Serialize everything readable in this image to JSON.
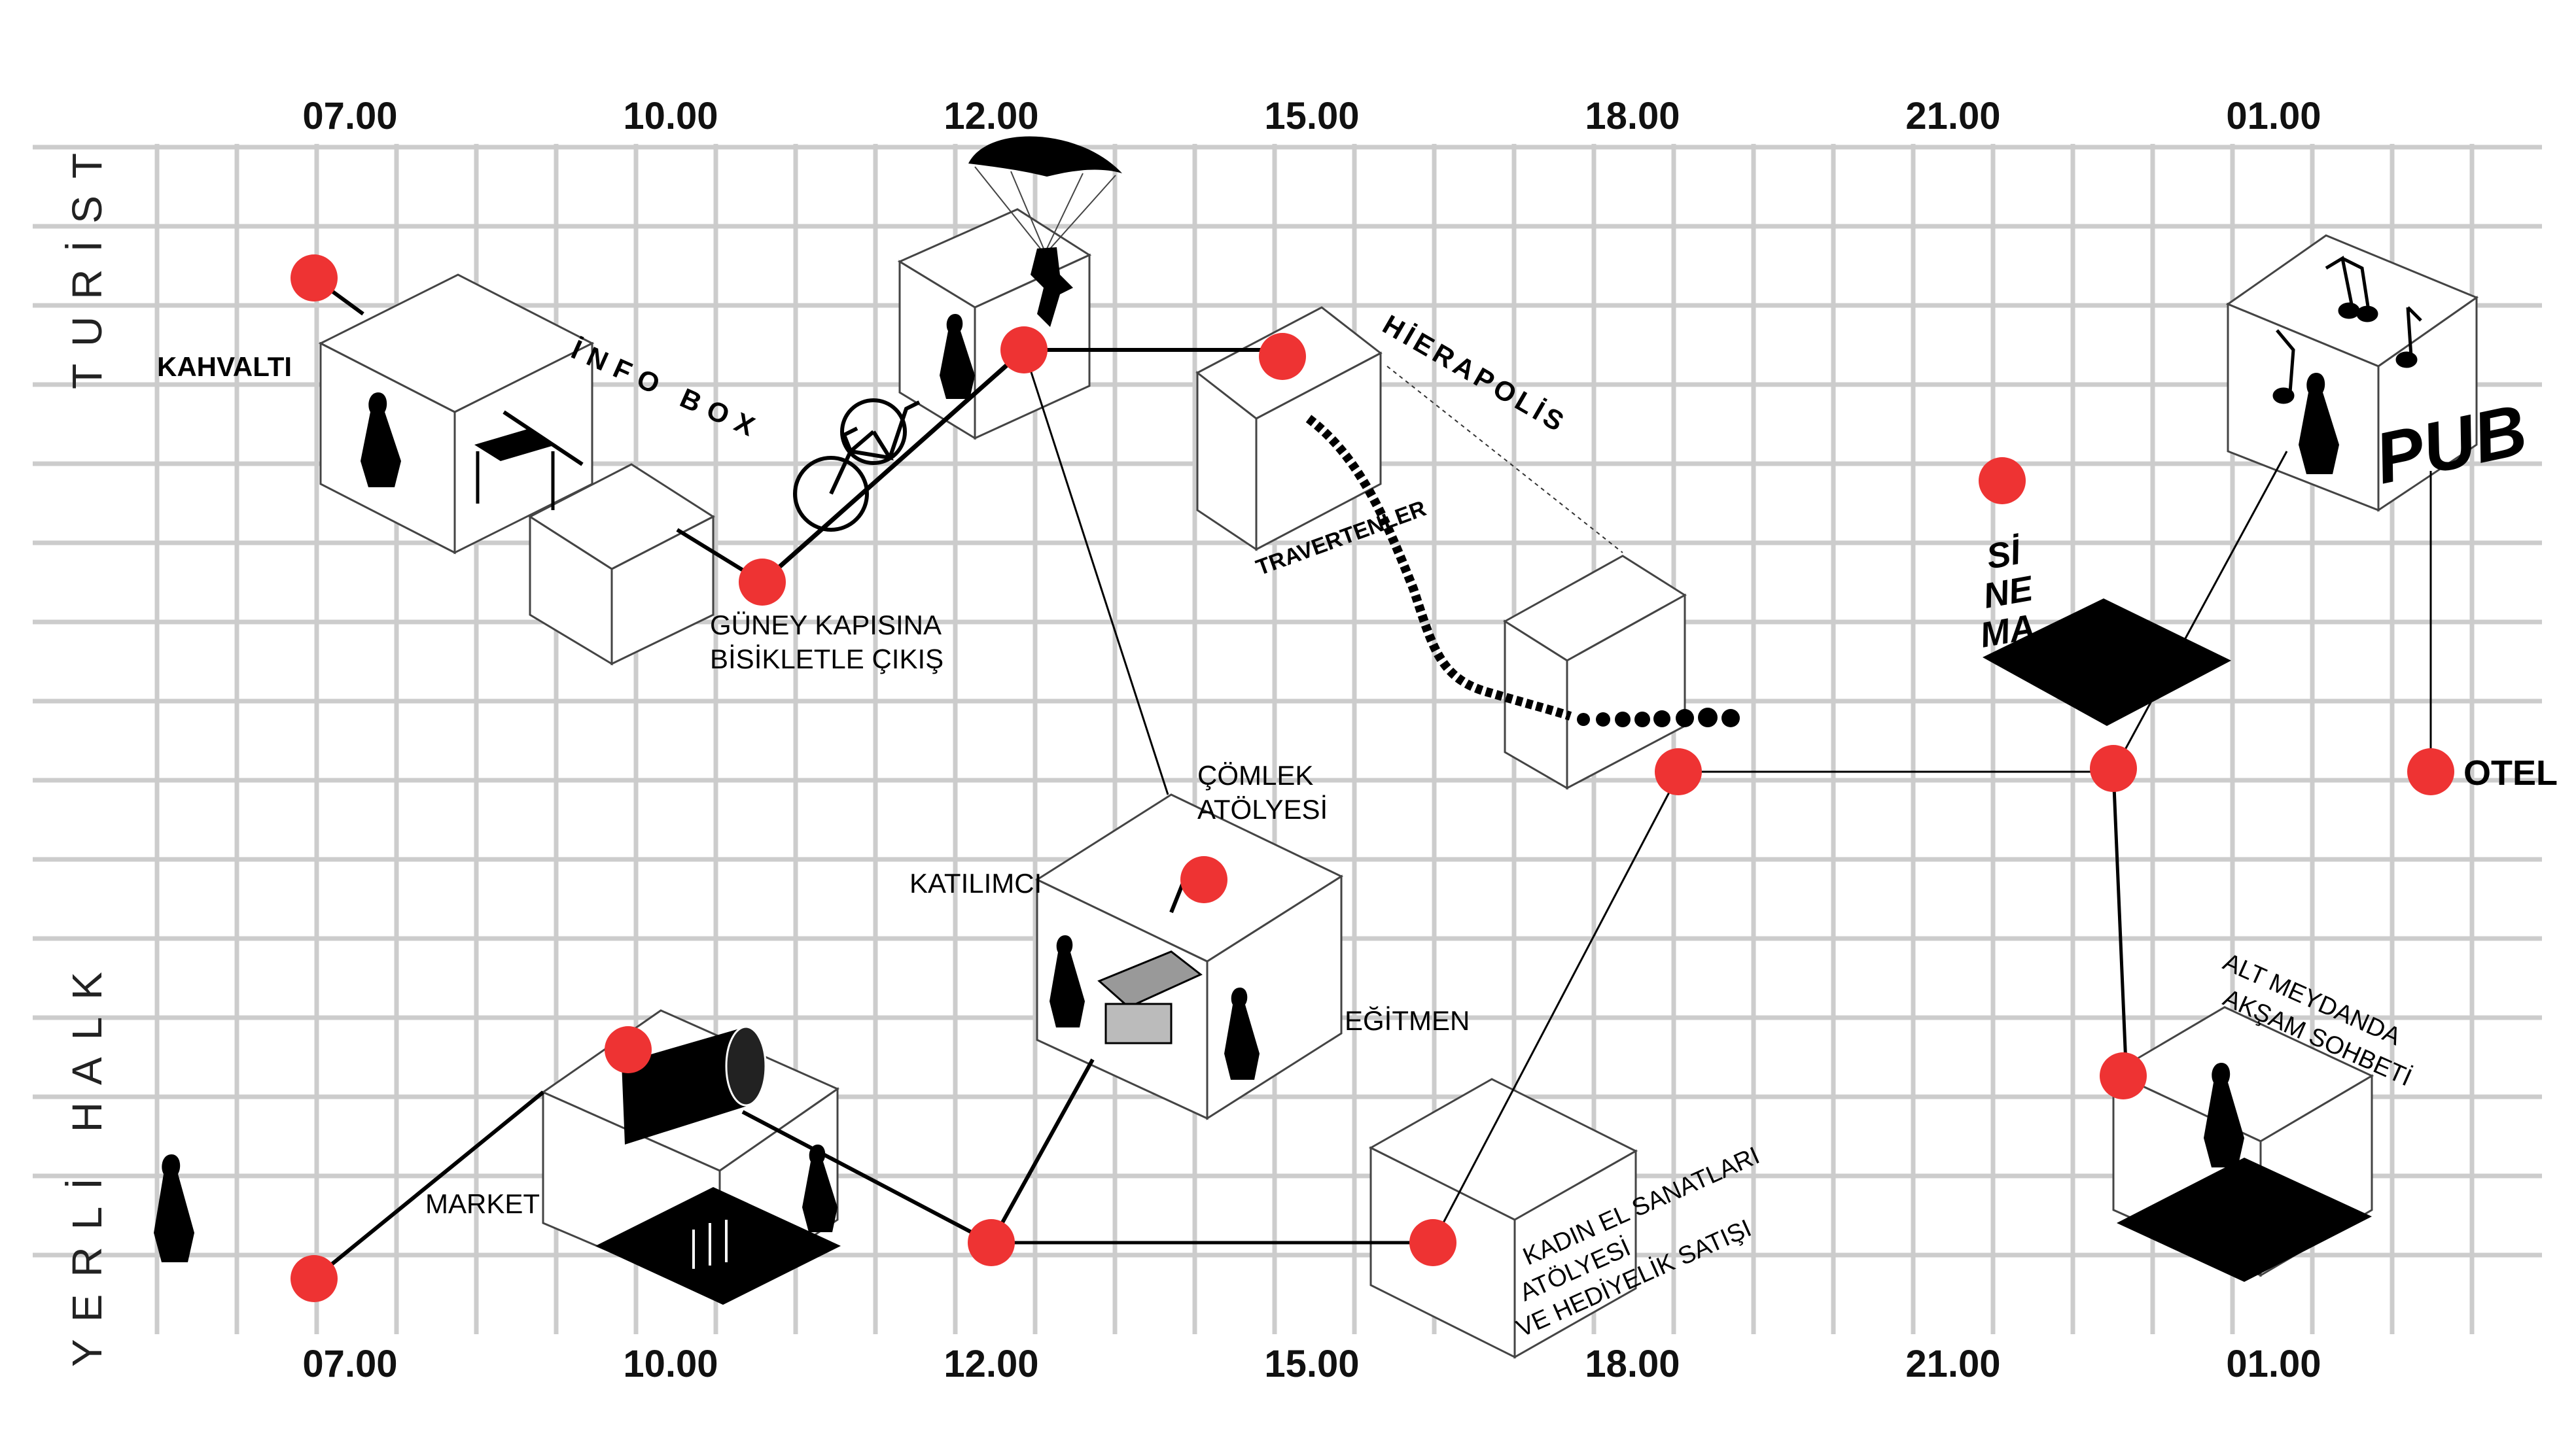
{
  "time_labels": [
    "07.00",
    "10.00",
    "12.00",
    "15.00",
    "18.00",
    "21.00",
    "01.00"
  ],
  "rows": {
    "tourist": "TURİST",
    "local": "YERLİ HALK"
  },
  "places": {
    "kahvalti": "KAHVALTI",
    "info_box": "İNFO BOX",
    "guney_1": "GÜNEY KAPISINA",
    "guney_2": "BİSİKLETLE ÇIKIŞ",
    "hierapolis": "HİERAPOLİS",
    "travertenler": "TRAVERTENLER",
    "sinema_1": "Sİ",
    "sinema_2": "NE",
    "sinema_3": "MA",
    "pub": "PUB",
    "otel": "OTEL",
    "comlek_1": "ÇÖMLEK",
    "comlek_2": "ATÖLYESİ",
    "katilimci": "KATILIMCI",
    "egitmen": "EĞİTMEN",
    "market": "MARKET",
    "kadin_1": "KADIN EL SANATLARI",
    "kadin_2": "ATÖLYESİ",
    "kadin_3": "VE HEDİYELİK SATIŞI",
    "alt_1": "ALT MEYDANDA",
    "alt_2": "AKŞAM SOHBETİ"
  },
  "colors": {
    "node": "#ee3333",
    "grid": "#cccccc",
    "line": "#000000"
  },
  "icons": [
    "bicycle-icon",
    "parachute-icon",
    "music-note-icon",
    "person-icon",
    "desk-icon",
    "cylinder-icon"
  ]
}
